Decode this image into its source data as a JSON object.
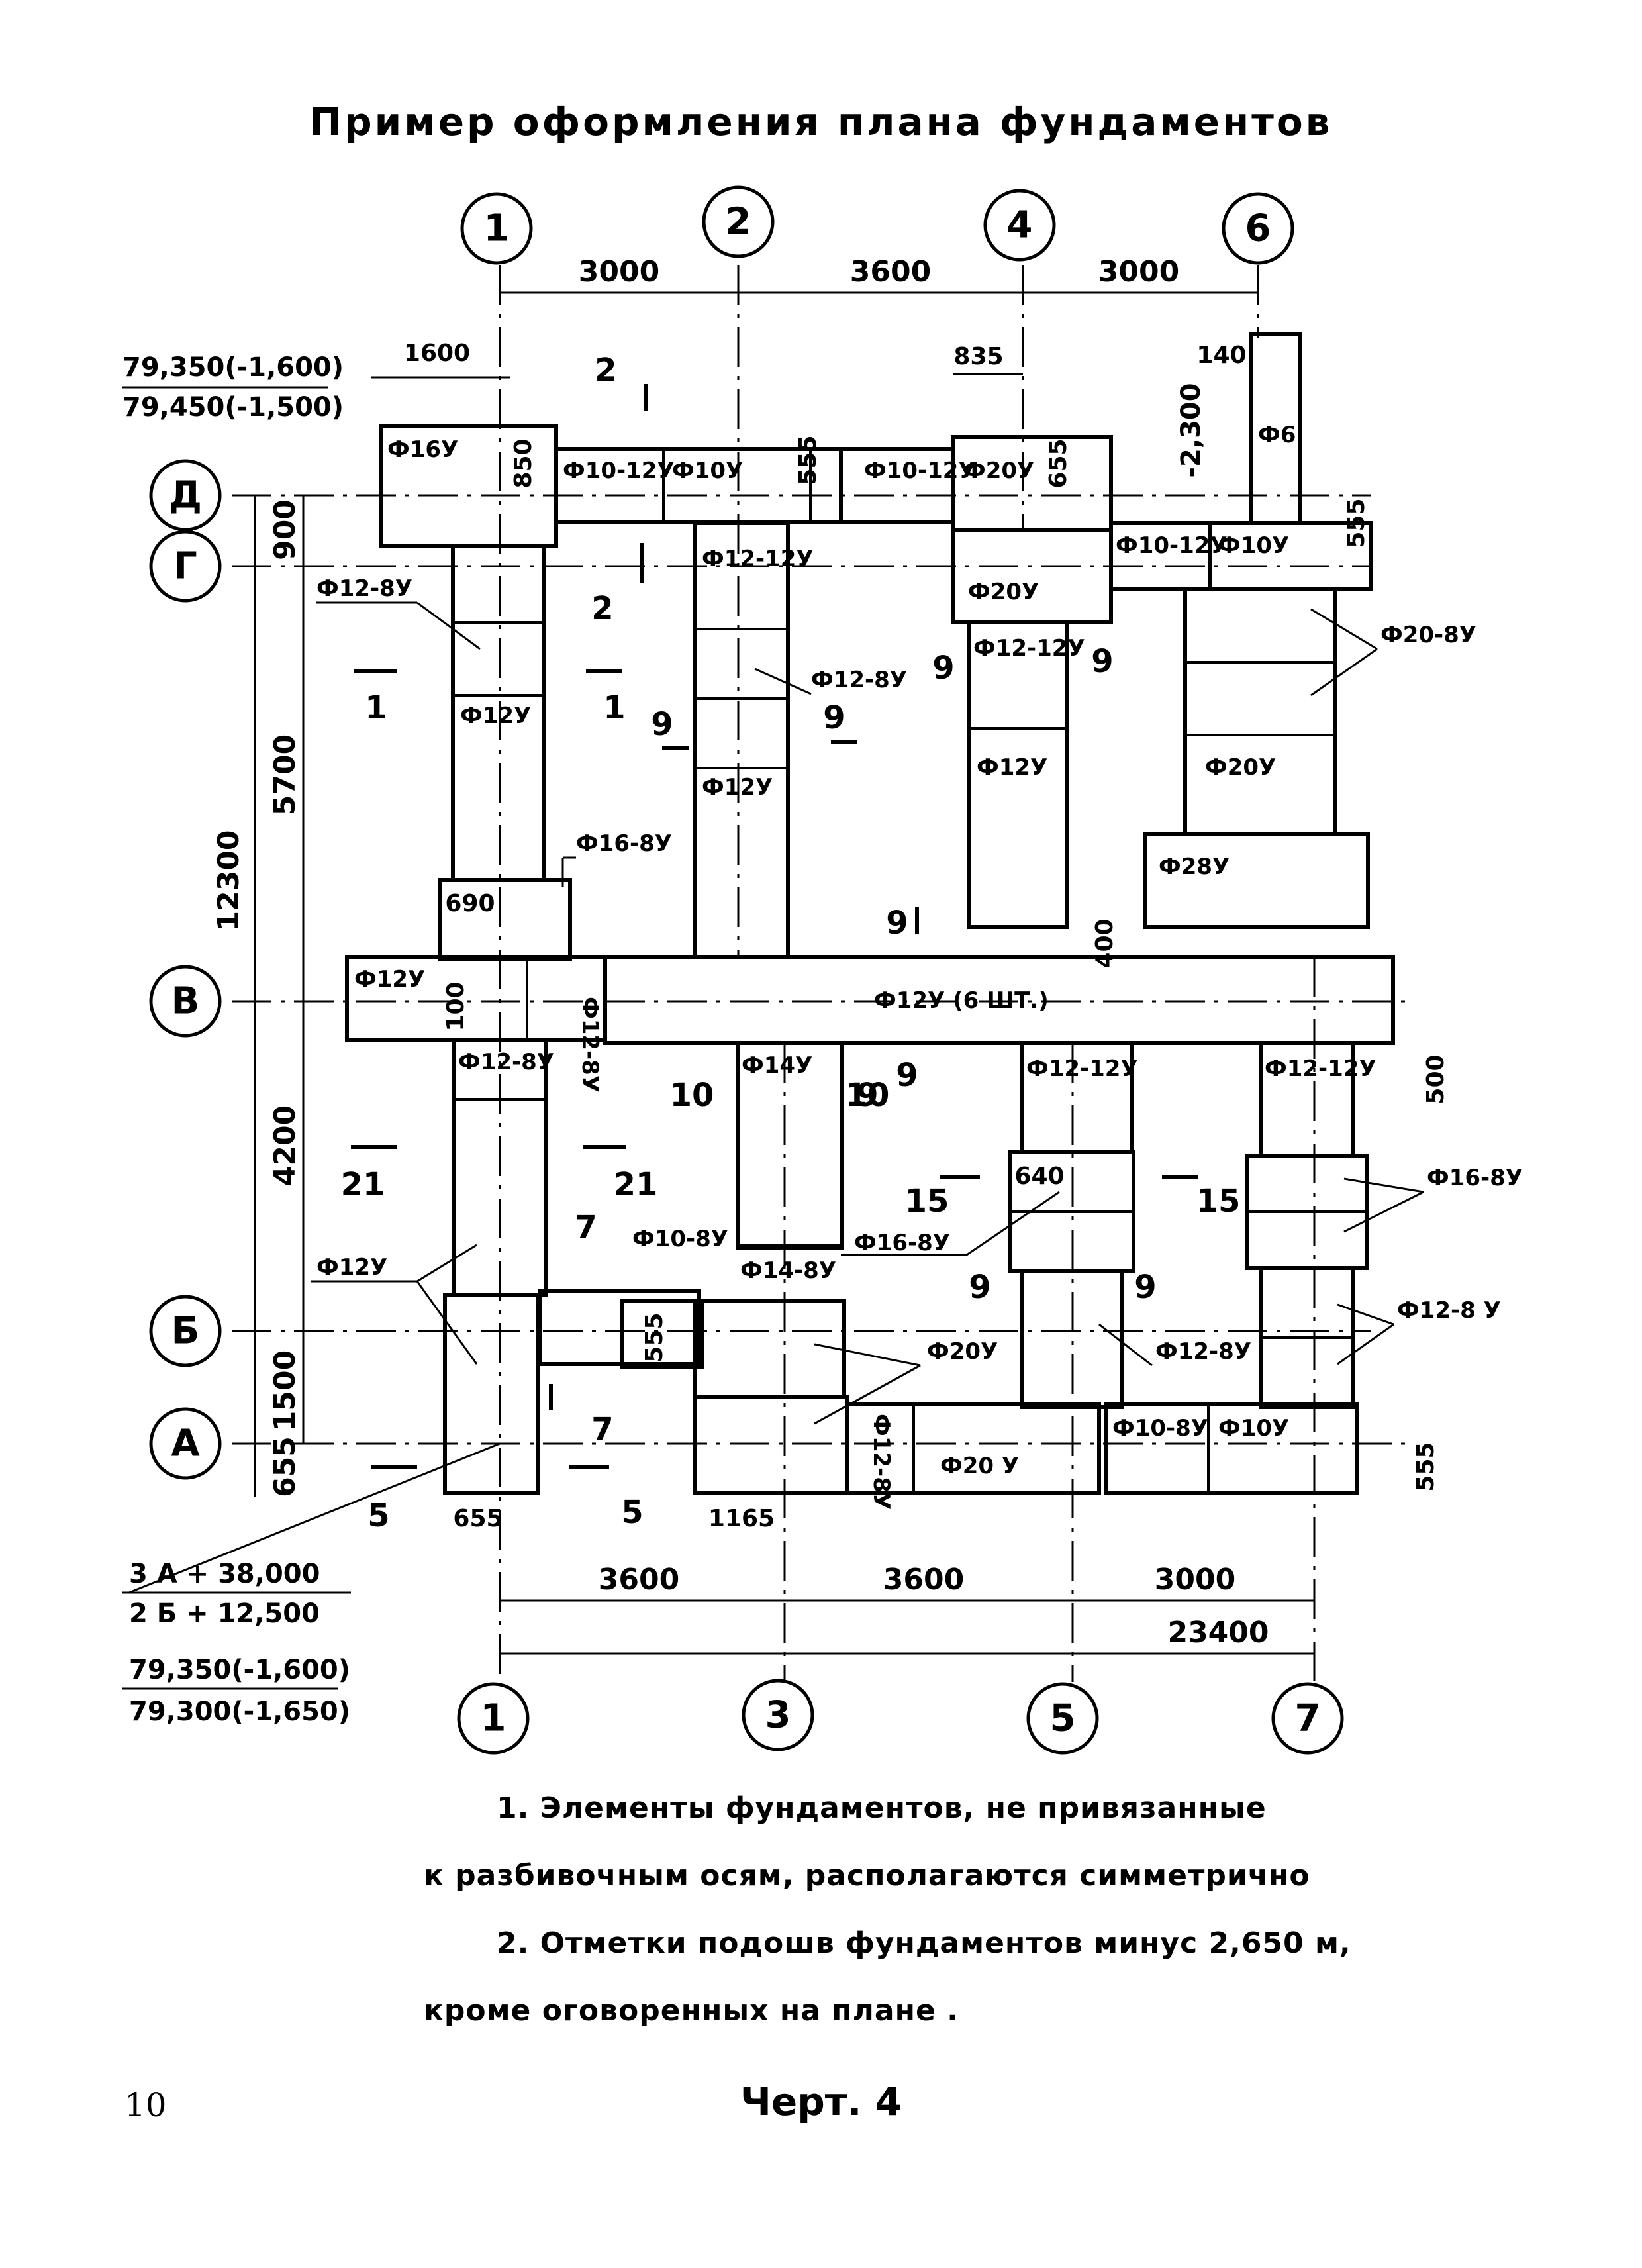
{
  "title": "Пример оформления плана фундаментов",
  "axes_top": [
    "1",
    "2",
    "4",
    "6"
  ],
  "axes_bottom": [
    "1",
    "3",
    "5",
    "7"
  ],
  "axes_left": [
    "Д",
    "Г",
    "В",
    "Б",
    "А"
  ],
  "dims_top": [
    "3000",
    "3600",
    "3000"
  ],
  "dims_bottom": [
    "3600",
    "3600",
    "3000"
  ],
  "dim_total": "23400",
  "dims_left": [
    "900",
    "5700",
    "12300",
    "4200",
    "1500",
    "655"
  ],
  "dims_local": [
    "1600",
    "850",
    "555",
    "835",
    "655",
    "140",
    "555",
    "690",
    "100",
    "400",
    "500",
    "640",
    "555",
    "655",
    "1165",
    "555"
  ],
  "level_mark": "-2,300",
  "top_left_levels": [
    "79,350(-1,600)",
    "79,450(-1,500)"
  ],
  "bottom_left_marks": [
    "3 А + 38,000",
    "2 Б + 12,500",
    "79,350(-1,600)",
    "79,300(-1,650)"
  ],
  "labels": [
    "Ф16У",
    "Ф10-12У",
    "Ф10У",
    "Ф10-12У",
    "Ф20У",
    "Ф6",
    "Ф10-12У",
    "Ф10У",
    "Ф20У",
    "Ф12-8У",
    "Ф12-12У",
    "Ф12-8У",
    "Ф12-12У",
    "Ф20-8У",
    "Ф12У",
    "Ф12У",
    "Ф12У",
    "Ф20У",
    "Ф16-8У",
    "Ф28У",
    "Ф12У",
    "Ф12-8У",
    "Ф12У (6 ШТ.)",
    "Ф12-8У",
    "Ф14У",
    "Ф12-12У",
    "Ф12-12У",
    "Ф16-8У",
    "Ф16-8У",
    "Ф10-8У",
    "Ф14-8У",
    "Ф12У",
    "Ф20У",
    "Ф12-8У",
    "Ф12-8 У",
    "Ф12-8У",
    "Ф20 У",
    "Ф10-8У",
    "Ф10У"
  ],
  "sections": [
    "2",
    "2",
    "1",
    "1",
    "9",
    "9",
    "9",
    "9",
    "9",
    "9",
    "9",
    "10",
    "10",
    "21",
    "21",
    "7",
    "7",
    "15",
    "15",
    "9",
    "9",
    "5",
    "5"
  ],
  "notes": [
    "1.  Элементы фундаментов, не привязанные",
    "к разбивочным осям, располагаются симметрично",
    "2.  Отметки подошв фундаментов минус 2,650 м,",
    "кроме оговоренных на плане ."
  ],
  "sheet_label": "Черт. 4",
  "page_number": "10"
}
